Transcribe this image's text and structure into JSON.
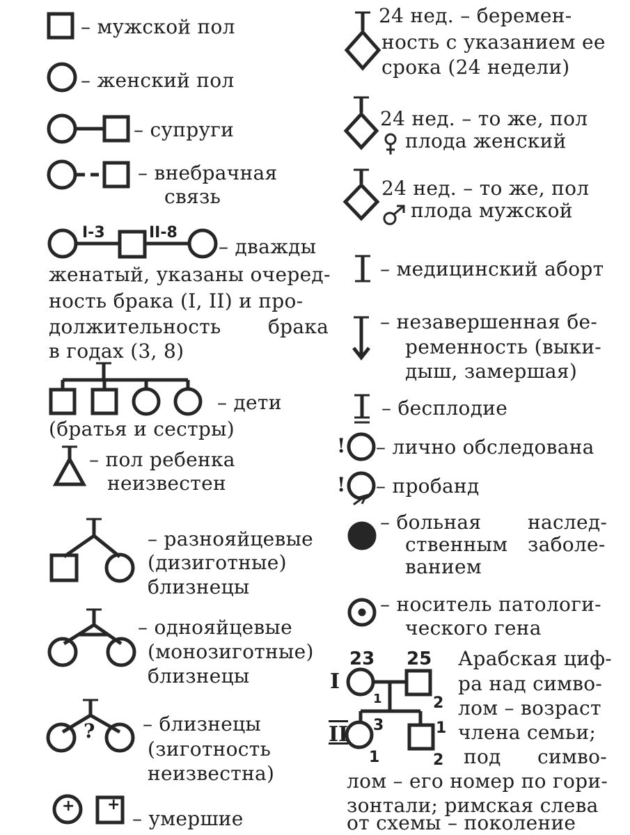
{
  "left": {
    "male": "– мужской пол",
    "female": "– женский пол",
    "spouses": "– супруги",
    "extramarital": [
      "– внебрачная",
      "связь"
    ],
    "twice_married": {
      "tag1": "I-3",
      "tag2": "II-8",
      "lines": [
        "– дважды",
        "женатый, указаны очеред-",
        "ность брака (I, II) и про-",
        "должительность",
        "брака",
        "в годах (3, 8)"
      ]
    },
    "children": [
      "– дети",
      "(братья и сестры)"
    ],
    "sex_unknown": [
      "– пол ребенка",
      "неизвестен"
    ],
    "dizygotic": [
      "– разнояйцевые",
      "(дизиготные)",
      "близнецы"
    ],
    "monozygotic": [
      "– однояйцевые",
      "(монозиготные)",
      "близнецы"
    ],
    "twins_unknown": {
      "mark": "?",
      "lines": [
        "– близнецы",
        "(зиготность",
        "неизвестна)"
      ]
    },
    "deceased": {
      "mark": "+",
      "label": "– умершие"
    }
  },
  "right": {
    "pregnancy": [
      "24 нед. – беремен-",
      "ность с указанием ее",
      "срока (24 недели)"
    ],
    "pregnancy_female": [
      "24 нед. – то же, пол",
      "плода женский"
    ],
    "pregnancy_male": [
      "24 нед. – то же, пол",
      "плода мужской"
    ],
    "abortion": "– медицинский аборт",
    "miscarriage": [
      "– незавершенная бе-",
      "ременность (выки-",
      "дыш, замершая)"
    ],
    "infertility": "– бесплодие",
    "examined": {
      "mark": "!",
      "label": "– лично обследована"
    },
    "proband": {
      "mark": "!",
      "label": "– пробанд"
    },
    "affected": [
      "– больная",
      "наслед-",
      "ственным",
      "заболе-",
      "ванием"
    ],
    "carrier": [
      "– носитель патологи-",
      "ческого гена"
    ],
    "numbering_example": {
      "ages": [
        "23",
        "25",
        "3",
        "1"
      ],
      "positions": [
        "1",
        "2",
        "1",
        "2"
      ],
      "marriage_no": "1",
      "generations": [
        "I",
        "II"
      ],
      "lines": [
        "Арабская циф-",
        "ра над симво-",
        "лом – возраст",
        "члена семьи;",
        "под",
        "симво-",
        "лом – его номер по гори-",
        "зонтали; римская слева",
        "от схемы – поколение"
      ]
    }
  }
}
